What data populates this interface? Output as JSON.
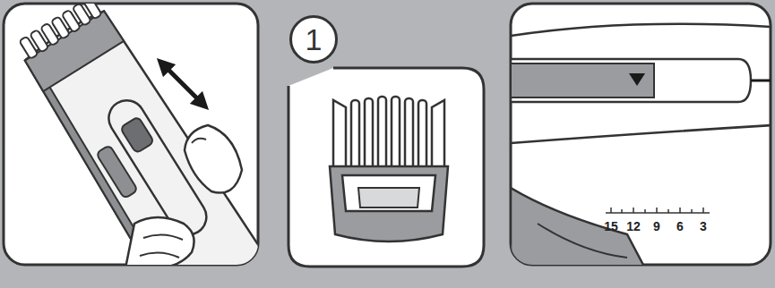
{
  "diagram": {
    "nodes": [
      {
        "text": [
          "1"
        ]
      }
    ],
    "labels": [
      "15",
      "12",
      "9",
      "6",
      "3"
    ]
  }
}
